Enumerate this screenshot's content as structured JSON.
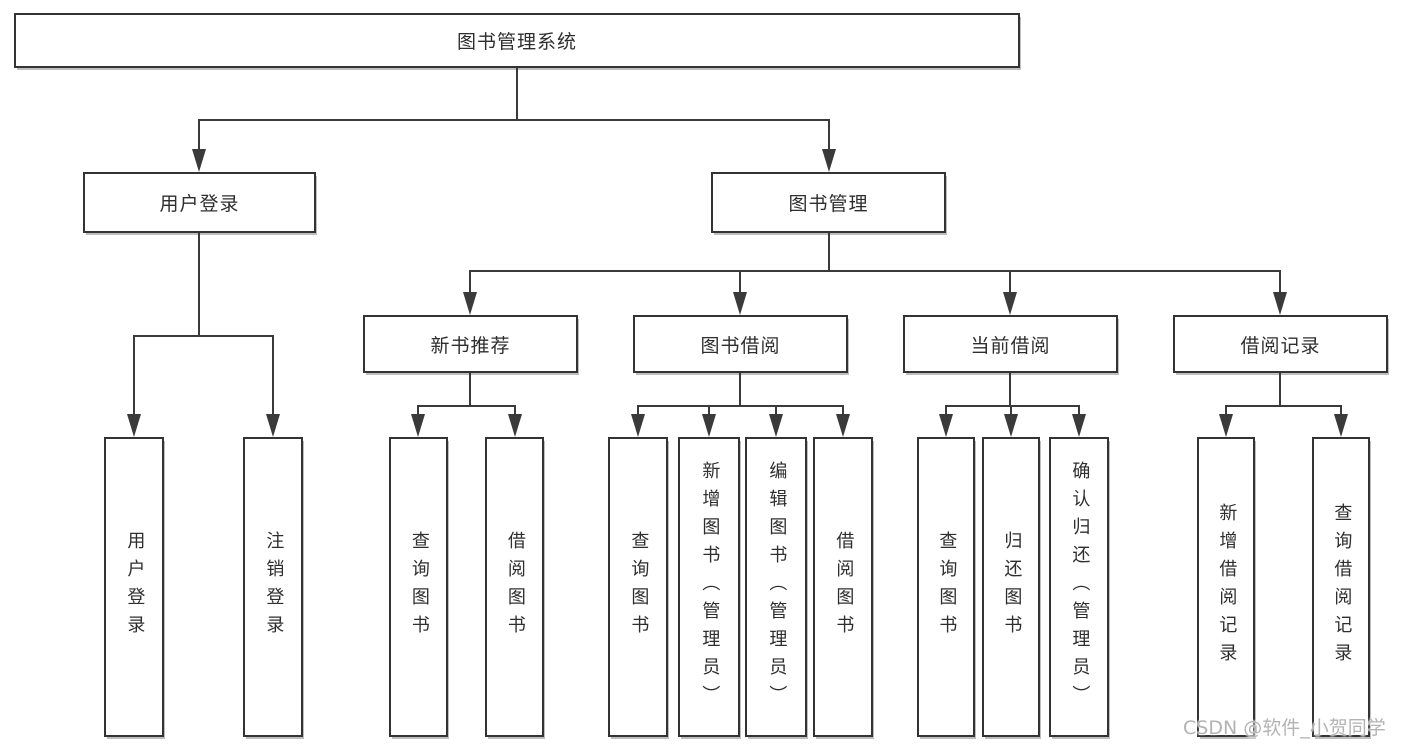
{
  "diagram": {
    "root": {
      "label": "图书管理系统"
    },
    "level2": [
      {
        "label": "用户登录"
      },
      {
        "label": "图书管理"
      }
    ],
    "level3": [
      {
        "label": "新书推荐"
      },
      {
        "label": "图书借阅"
      },
      {
        "label": "当前借阅"
      },
      {
        "label": "借阅记录"
      }
    ],
    "leaves": {
      "user_login": [
        {
          "label": "用户登录"
        },
        {
          "label": "注销登录"
        }
      ],
      "new_book": [
        {
          "label": "查询图书"
        },
        {
          "label": "借阅图书"
        }
      ],
      "book_borrow": [
        {
          "label": "查询图书"
        },
        {
          "label": "新增图书（管理员）"
        },
        {
          "label": "编辑图书（管理员）"
        },
        {
          "label": "借阅图书"
        }
      ],
      "current_borrow": [
        {
          "label": "查询图书"
        },
        {
          "label": "归还图书"
        },
        {
          "label": "确认归还（管理员）"
        }
      ],
      "borrow_records": [
        {
          "label": "新增借阅记录"
        },
        {
          "label": "查询借阅记录"
        }
      ]
    }
  },
  "watermark": "CSDN @软件_小贺同学",
  "colors": {
    "line": "#3a3a3a",
    "box_border": "#333333",
    "box_fill": "#ffffff",
    "text": "#2e2e2e",
    "watermark": "#b3b3b3"
  }
}
